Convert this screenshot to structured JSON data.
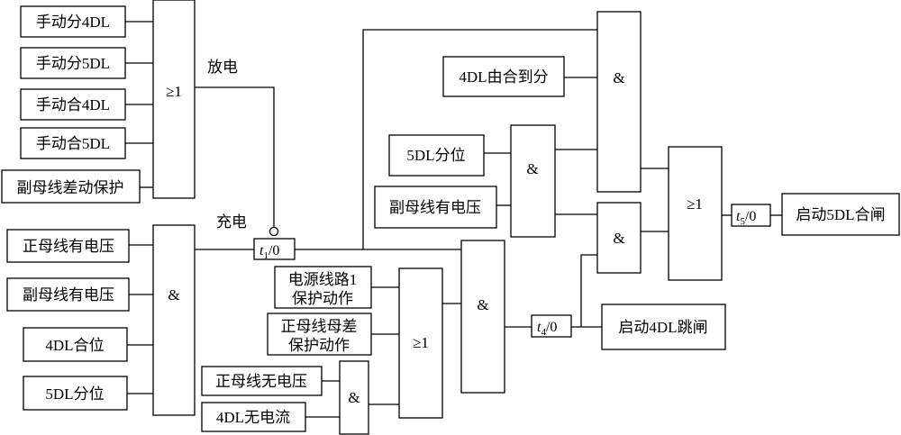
{
  "inputs": {
    "manual_open_4dl": "手动分4DL",
    "manual_open_5dl": "手动分5DL",
    "manual_close_4dl": "手动合4DL",
    "manual_close_5dl": "手动合5DL",
    "aux_bus_diff_protect": "副母线差动保护",
    "main_bus_voltage": "正母线有电压",
    "aux_bus_voltage": "副母线有电压",
    "dl4_closed": "4DL合位",
    "dl5_open": "5DL分位",
    "line1_protect_line1": "电源线路1",
    "line1_protect_line2": "保护动作",
    "main_bus_diff_line1": "正母线母差",
    "main_bus_diff_line2": "保护动作",
    "main_bus_no_voltage": "正母线无电压",
    "dl4_no_current": "4DL无电流",
    "dl4_close_to_open": "4DL由合到分",
    "dl5_open_b": "5DL分位",
    "aux_bus_voltage_b": "副母线有电压"
  },
  "gates": {
    "or_symbol": "≥1",
    "and_symbol": "&"
  },
  "labels": {
    "discharge": "放电",
    "charge": "充电"
  },
  "timers": {
    "t1": {
      "var": "t",
      "sub": "1",
      "rest": "/0"
    },
    "t4": {
      "var": "t",
      "sub": "4",
      "rest": "/0"
    },
    "t5": {
      "var": "t",
      "sub": "5",
      "rest": "/0"
    }
  },
  "outputs": {
    "start_4dl_trip": "启动4DL跳闸",
    "start_5dl_close": "启动5DL合闸"
  }
}
